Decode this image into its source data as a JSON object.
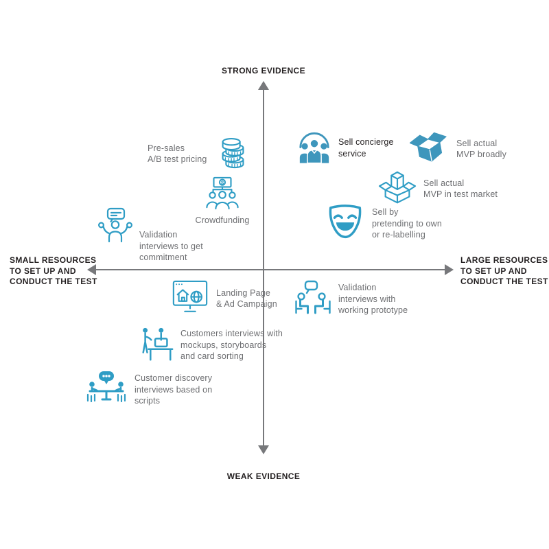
{
  "colors": {
    "accent": "#2F9DC5",
    "accent_fill": "#3E96BC",
    "text_gray": "#6D6E71",
    "text_dark": "#231F20",
    "axis": "#77787B"
  },
  "axes": {
    "top": "STRONG EVIDENCE",
    "bottom": "WEAK EVIDENCE",
    "left": "SMALL RESOURCES\nTO SET UP AND\nCONDUCT THE TEST",
    "right": "LARGE RESOURCES\nTO SET UP AND\nCONDUCT THE TEST"
  },
  "items": [
    {
      "label": "Pre-sales\nA/B test pricing",
      "icon": "coins-icon",
      "quadrant": "top-left"
    },
    {
      "label": "Crowdfunding",
      "icon": "crowdfunding-icon",
      "quadrant": "top-left"
    },
    {
      "label": "Validation\ninterviews to get\ncommitment",
      "icon": "presenter-interview-icon",
      "quadrant": "top-left"
    },
    {
      "label": "Sell concierge\nservice",
      "icon": "concierge-people-icon",
      "quadrant": "top-right"
    },
    {
      "label": "Sell actual\nMVP broadly",
      "icon": "open-box-filled-icon",
      "quadrant": "top-right"
    },
    {
      "label": "Sell actual\nMVP in test market",
      "icon": "box-with-product-icon",
      "quadrant": "top-right"
    },
    {
      "label": "Sell by\npretending to own\nor re-labelling",
      "icon": "mask-icon",
      "quadrant": "top-right"
    },
    {
      "label": "Landing Page\n& Ad Campaign",
      "icon": "landing-page-monitor-icon",
      "quadrant": "bottom-left"
    },
    {
      "label": "Validation\ninterviews with\nworking prototype",
      "icon": "seated-interview-icon",
      "quadrant": "bottom-right"
    },
    {
      "label": "Customers interviews with\nmockups, storyboards\nand card sorting",
      "icon": "desk-interview-icon",
      "quadrant": "bottom-left"
    },
    {
      "label": "Customer discovery\ninterviews based on\nscripts",
      "icon": "table-discussion-icon",
      "quadrant": "bottom-left"
    }
  ]
}
